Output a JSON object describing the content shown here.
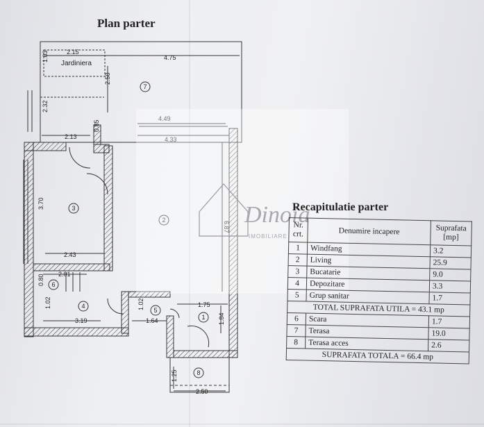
{
  "title": "Plan parter",
  "plan": {
    "room_label_jardiniera": "Jardiniera",
    "dimensions": [
      "2.15",
      "4.75",
      "1.03",
      "2.50",
      "2.32",
      "0.85",
      "4.49",
      "4.33",
      "2.13",
      "3.70",
      "6.87",
      "2.43",
      "2.01",
      "0.80",
      "1.02",
      "3.19",
      "1.02",
      "1.64",
      "1.75",
      "1.84",
      "1.25",
      "2.50"
    ],
    "room_numbers": [
      "7",
      "3",
      "2",
      "6",
      "4",
      "5",
      "1",
      "8"
    ]
  },
  "watermark": {
    "brand": "Dinoia",
    "sub": "IMOBILIARE"
  },
  "recap": {
    "title": "Recapitulatie parter",
    "headers": {
      "nr": "Nr. crt.",
      "name": "Denumire incapere",
      "area": "Suprafata [mp]"
    },
    "rows": [
      {
        "nr": "1",
        "name": "Windfang",
        "area": "3.2"
      },
      {
        "nr": "2",
        "name": "Living",
        "area": "25.9"
      },
      {
        "nr": "3",
        "name": "Bucatarie",
        "area": "9.0"
      },
      {
        "nr": "4",
        "name": "Depozitare",
        "area": "3.3"
      },
      {
        "nr": "5",
        "name": "Grup sanitar",
        "area": "1.7"
      }
    ],
    "total_utila": "TOTAL SUPRAFATA UTILA = 43.1 mp",
    "rows2": [
      {
        "nr": "6",
        "name": "Scara",
        "area": "1.7"
      },
      {
        "nr": "7",
        "name": "Terasa",
        "area": "19.0"
      },
      {
        "nr": "8",
        "name": "Terasa acces",
        "area": "2.6"
      }
    ],
    "total": "SUPRAFATA TOTALA = 66.4 mp"
  }
}
